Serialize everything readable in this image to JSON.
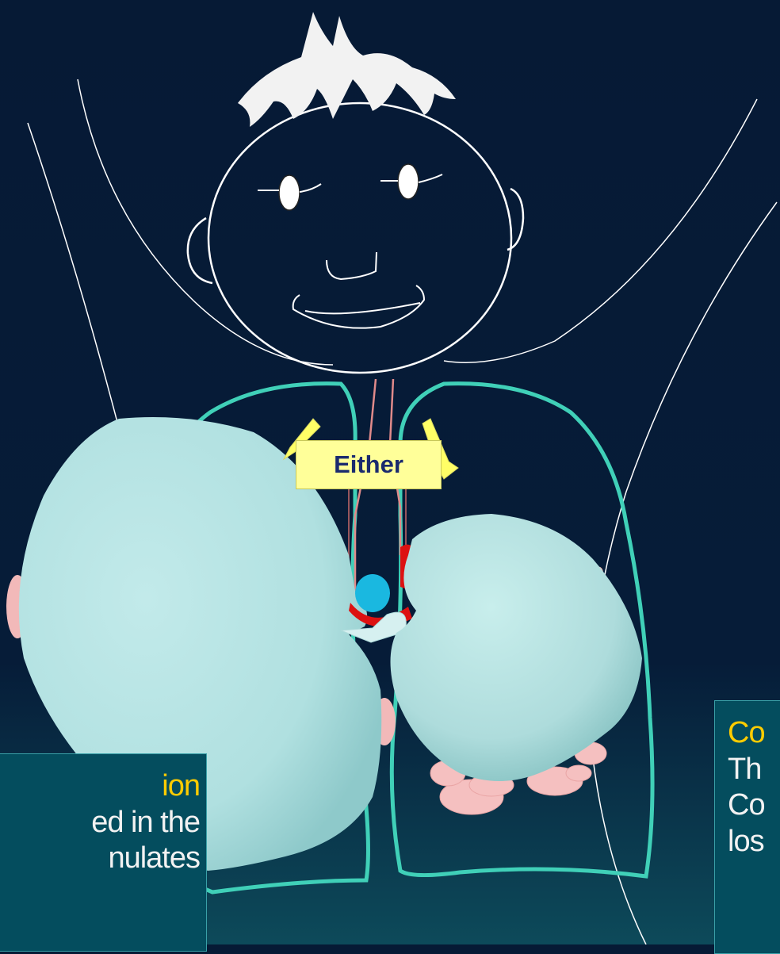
{
  "callout": {
    "label": "Either"
  },
  "left_box": {
    "title": "ion",
    "lines": [
      "ed in the",
      "nulates"
    ]
  },
  "right_box": {
    "title": "Co",
    "lines": [
      "Th",
      "Co",
      "los"
    ]
  },
  "colors": {
    "background": "#061a35",
    "lung": "#b4e3e3",
    "lung_outline": "#40d0b8",
    "callout_fill": "#ffff99",
    "callout_text": "#1a2a6e",
    "title_text": "#ffcc00",
    "box_fill": "#044d5e"
  }
}
